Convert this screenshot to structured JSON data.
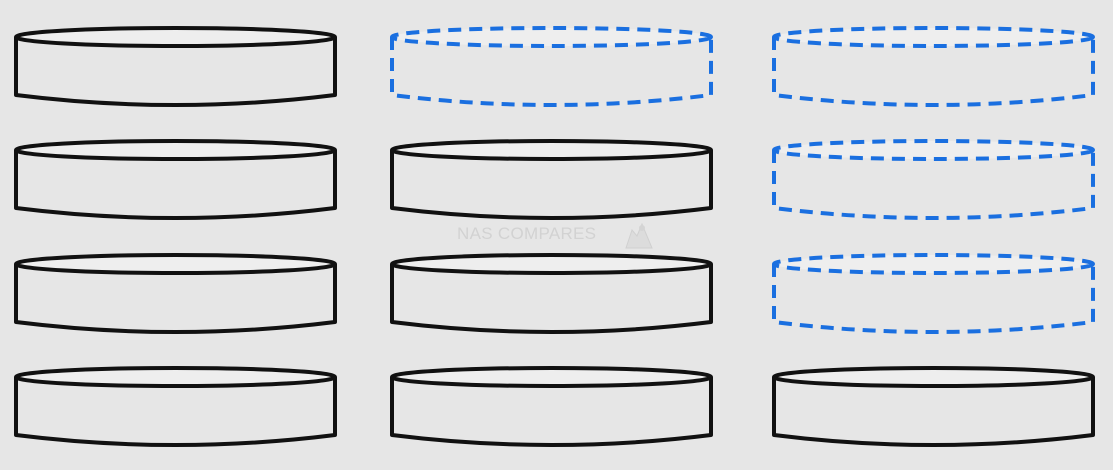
{
  "watermark": {
    "text": "NAS COMPARES"
  },
  "colors": {
    "background": "#e6e6e6",
    "disk_stroke": "#111111",
    "disk_fill": "#e6e6e6",
    "disk_top_fill": "#eeeeee",
    "placeholder_stroke": "#1a6fe0",
    "watermark": "#d2d2d2"
  },
  "columns": [
    {
      "slots": [
        "solid",
        "solid",
        "solid",
        "solid"
      ]
    },
    {
      "slots": [
        "dashed",
        "solid",
        "solid",
        "solid"
      ]
    },
    {
      "slots": [
        "dashed",
        "dashed",
        "dashed",
        "solid"
      ]
    }
  ]
}
